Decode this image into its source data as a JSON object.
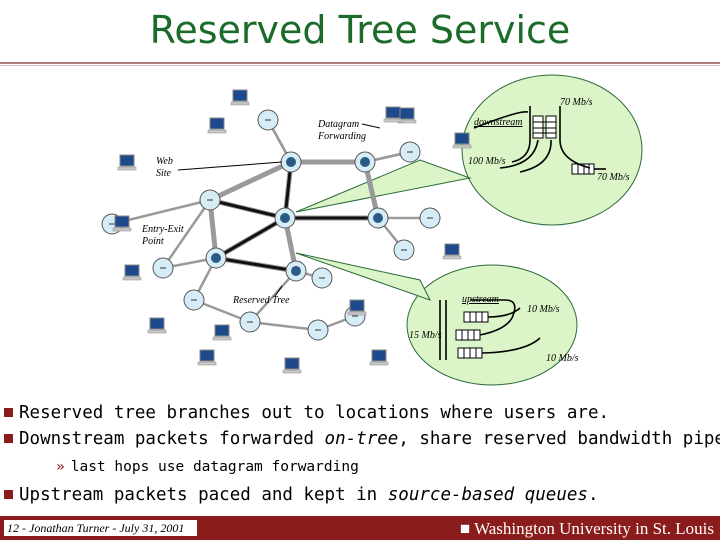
{
  "slide": {
    "title": "Reserved Tree Service"
  },
  "diagram": {
    "labels": {
      "datagram": [
        "Datagram",
        "Forwarding"
      ],
      "downstream": "downstream",
      "rate_70a": "70 Mb/s",
      "rate_100": "100 Mb/s",
      "rate_70b": "70 Mb/s",
      "web_site": [
        "Web",
        "Site"
      ],
      "entry_exit": [
        "Entry-Exit",
        "Point"
      ],
      "reserved_tree": "Reserved Tree",
      "upstream": "upstream",
      "rate_10a": "10 Mb/s",
      "rate_15": "15 Mb/s",
      "rate_10b": "10 Mb/s"
    },
    "icons": [
      "computer-icon",
      "router-icon"
    ]
  },
  "bullets": [
    {
      "parts": [
        {
          "t": "Reserved tree branches out to locations where users are.",
          "i": false
        }
      ]
    },
    {
      "parts": [
        {
          "t": "Downstream packets forwarded ",
          "i": false
        },
        {
          "t": "on-tree",
          "i": true
        },
        {
          "t": ", share reserved bandwidth pipes.",
          "i": false
        }
      ]
    },
    {
      "parts": [
        {
          "t": "Upstream packets paced and kept in ",
          "i": false
        },
        {
          "t": "source-based queues",
          "i": true
        },
        {
          "t": ".",
          "i": false
        }
      ]
    }
  ],
  "sub_bullet": "last hops use datagram forwarding",
  "footer": {
    "left": "12 - Jonathan Turner - July 31, 2001",
    "right": "Washington University in St. Louis"
  },
  "colors": {
    "title": "#1b6b2a",
    "bubble": "#dcf5c8",
    "router": "#d6ecf7",
    "router_core": "#2a5a86",
    "footer": "#8a1c1c"
  }
}
